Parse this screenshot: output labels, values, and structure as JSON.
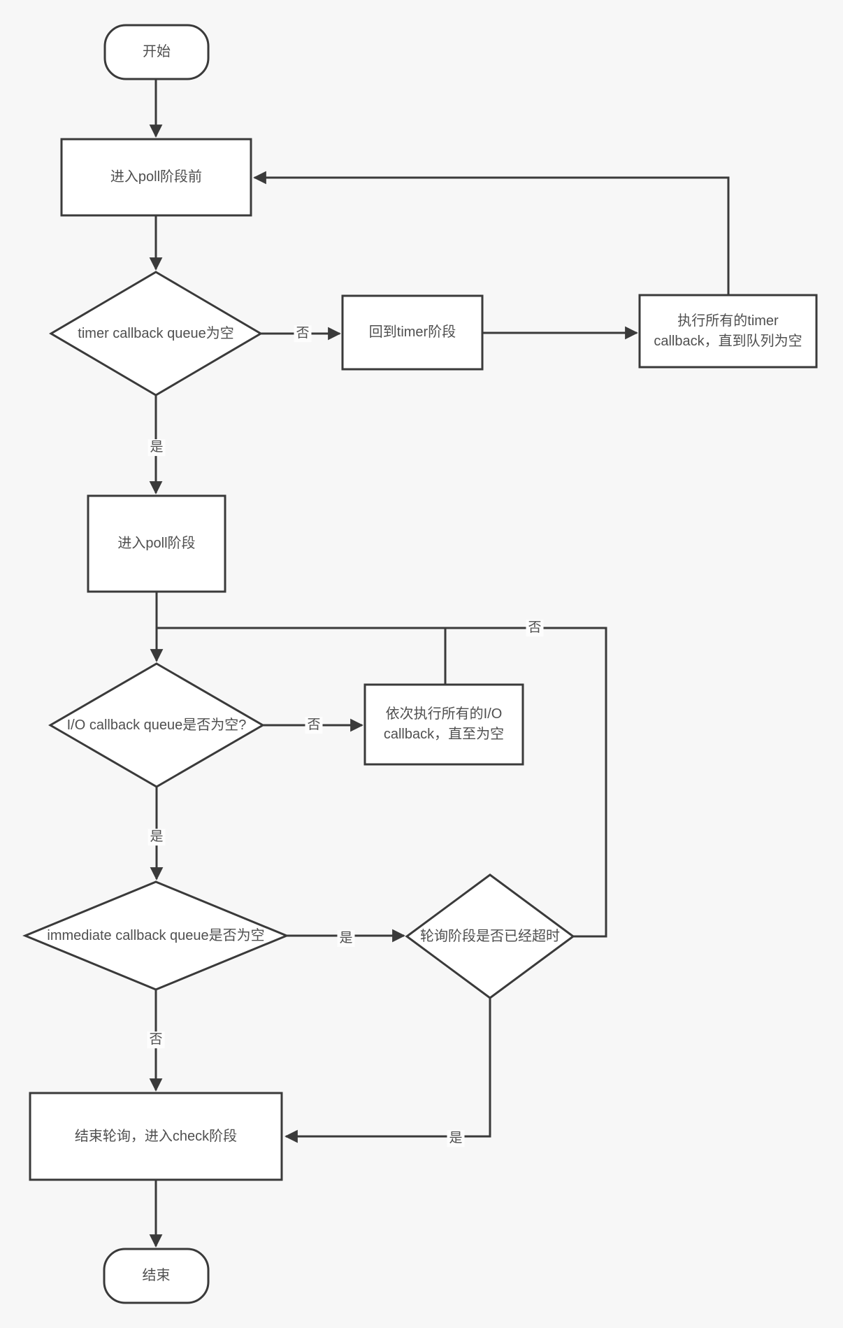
{
  "nodes": {
    "start": {
      "label": "开始"
    },
    "before_poll": {
      "label": "进入poll阶段前"
    },
    "timer_queue_empty": {
      "label": "timer callback queue为空"
    },
    "back_to_timer": {
      "label": "回到timer阶段"
    },
    "exec_timer": {
      "label": "执行所有的timer callback，直到队列为空"
    },
    "enter_poll": {
      "label": "进入poll阶段"
    },
    "io_queue_empty": {
      "label": "I/O callback queue是否为空?"
    },
    "exec_io": {
      "label": "依次执行所有的I/O callback，直至为空"
    },
    "immediate_queue_empty": {
      "label": "immediate callback queue是否为空"
    },
    "poll_timeout": {
      "label": "轮询阶段是否已经超时"
    },
    "end_poll_check": {
      "label": "结束轮询，进入check阶段"
    },
    "end": {
      "label": "结束"
    }
  },
  "edges": {
    "timer_not_empty": {
      "label": "否"
    },
    "timer_empty": {
      "label": "是"
    },
    "io_not_empty": {
      "label": "否"
    },
    "io_empty": {
      "label": "是"
    },
    "poll_not_timeout": {
      "label": "否"
    },
    "immediate_empty": {
      "label": "是"
    },
    "immediate_not_empty": {
      "label": "否"
    },
    "poll_timeout_yes": {
      "label": "是"
    }
  },
  "colors": {
    "background": "#f7f7f7",
    "node_fill": "#ffffff",
    "stroke": "#3a3a3a",
    "text": "#4f4f4f"
  }
}
